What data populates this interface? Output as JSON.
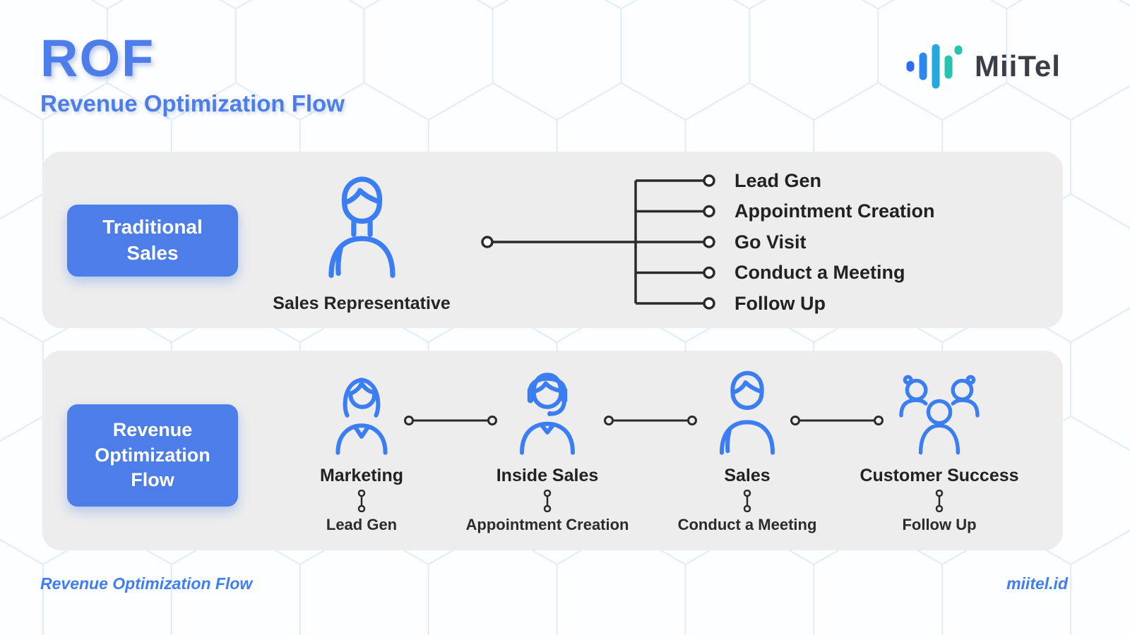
{
  "header": {
    "title": "ROF",
    "subtitle": "Revenue Optimization Flow",
    "brand": "MiiTel"
  },
  "traditional_panel": {
    "label": "Traditional Sales",
    "person": {
      "name": "Sales Representative",
      "icon": "sales-representative-icon"
    },
    "tasks": [
      "Lead Gen",
      "Appointment Creation",
      "Go Visit",
      "Conduct a Meeting",
      "Follow Up"
    ]
  },
  "rof_panel": {
    "label": "Revenue Optimization Flow",
    "roles": [
      {
        "name": "Marketing",
        "task": "Lead Gen",
        "icon": "marketing-person-icon"
      },
      {
        "name": "Inside Sales",
        "task": "Appointment Creation",
        "icon": "inside-sales-headset-icon"
      },
      {
        "name": "Sales",
        "task": "Conduct a Meeting",
        "icon": "sales-person-icon"
      },
      {
        "name": "Customer Success",
        "task": "Follow Up",
        "icon": "customer-success-team-icon"
      }
    ]
  },
  "footer": {
    "left": "Revenue Optimization Flow",
    "right": "miitel.id"
  },
  "colors": {
    "accent_blue": "#4d7de9",
    "icon_blue": "#3b7df2",
    "line_dark": "#2b2b2b",
    "panel_gray": "#ededed",
    "brand_teal": "#26c3ad"
  }
}
